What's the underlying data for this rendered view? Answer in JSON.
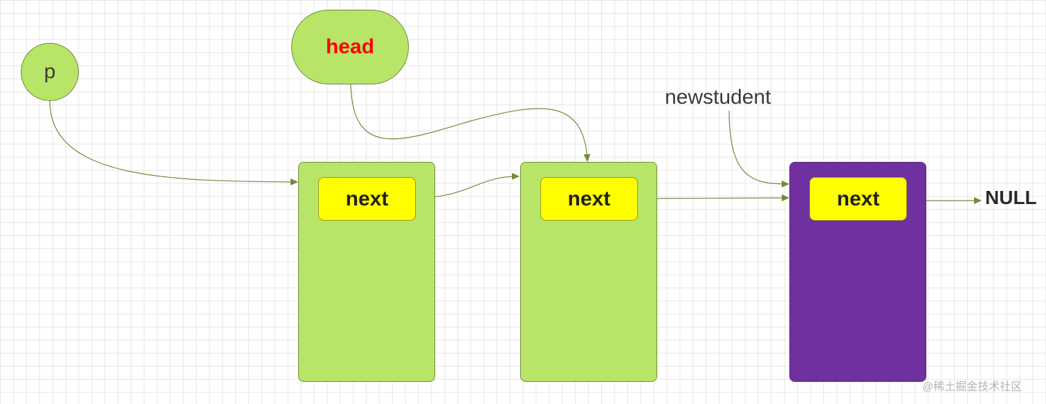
{
  "pointers": {
    "p": "p",
    "head": "head",
    "newstudent": "newstudent"
  },
  "nodes": [
    {
      "field": "next",
      "fill": "#b8e468"
    },
    {
      "field": "next",
      "fill": "#b8e468"
    },
    {
      "field": "next",
      "fill": "#7030a0"
    }
  ],
  "terminal": "NULL",
  "watermark": "@稀土掘金技术社区",
  "colors": {
    "node_green": "#b8e468",
    "node_purple": "#7030a0",
    "next_field": "#ffff00",
    "head_text": "#ff0000",
    "arrow": "#6f8c3a"
  }
}
